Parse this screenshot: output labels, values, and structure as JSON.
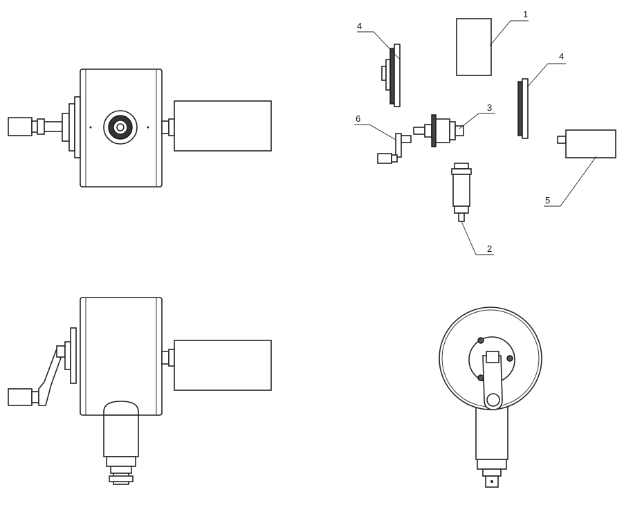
{
  "callouts": {
    "c1": "1",
    "c2": "2",
    "c3": "3",
    "c4a": "4",
    "c4b": "4",
    "c5": "5",
    "c6": "6"
  }
}
